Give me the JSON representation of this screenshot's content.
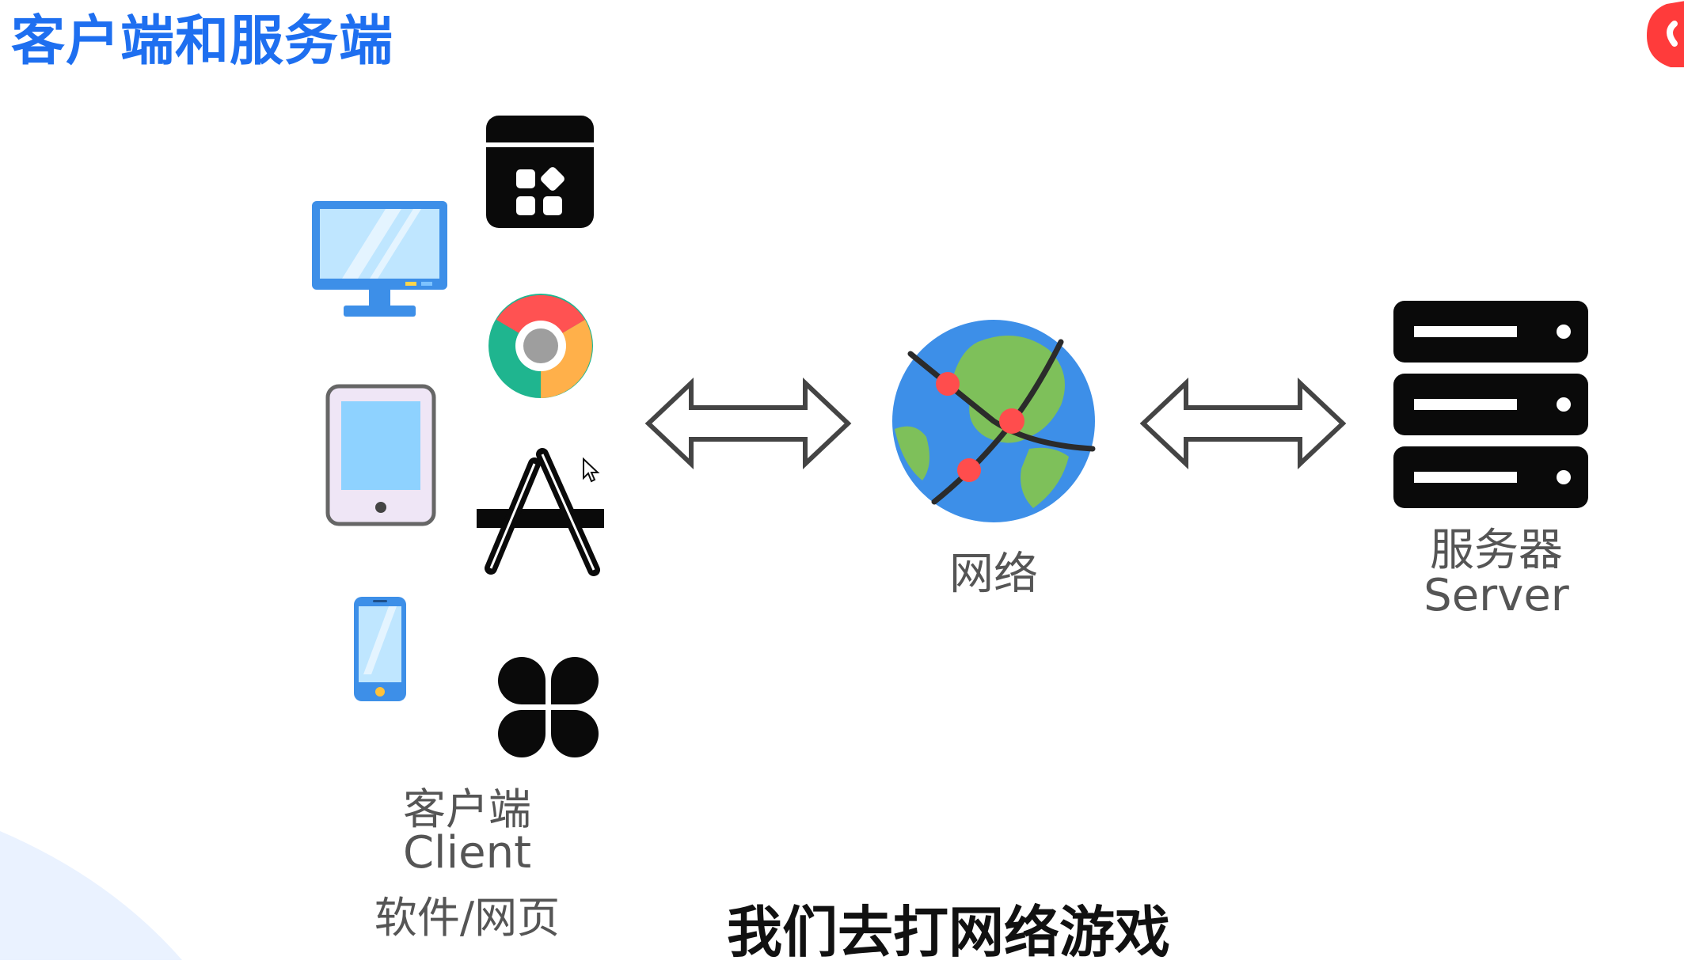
{
  "title": "客户端和服务端",
  "client": {
    "label_cn": "客户端",
    "label_en": "Client",
    "label_sub": "软件/网页"
  },
  "network": {
    "label": "网络"
  },
  "server": {
    "label_cn": "服务器",
    "label_en": "Server"
  },
  "subtitle": "我们去打网络游戏",
  "colors": {
    "title": "#1e6ff0",
    "device_blue": "#3d8fe8",
    "screen_light": "#bfe6ff",
    "logo_red": "#ff3b3b"
  },
  "icons": [
    "monitor-icon",
    "tablet-icon",
    "phone-icon",
    "app-launcher-icon",
    "chrome-icon",
    "app-store-icon",
    "clover-icon",
    "globe-icon",
    "server-icon",
    "double-arrow-icon",
    "logo-icon",
    "cursor-icon"
  ]
}
